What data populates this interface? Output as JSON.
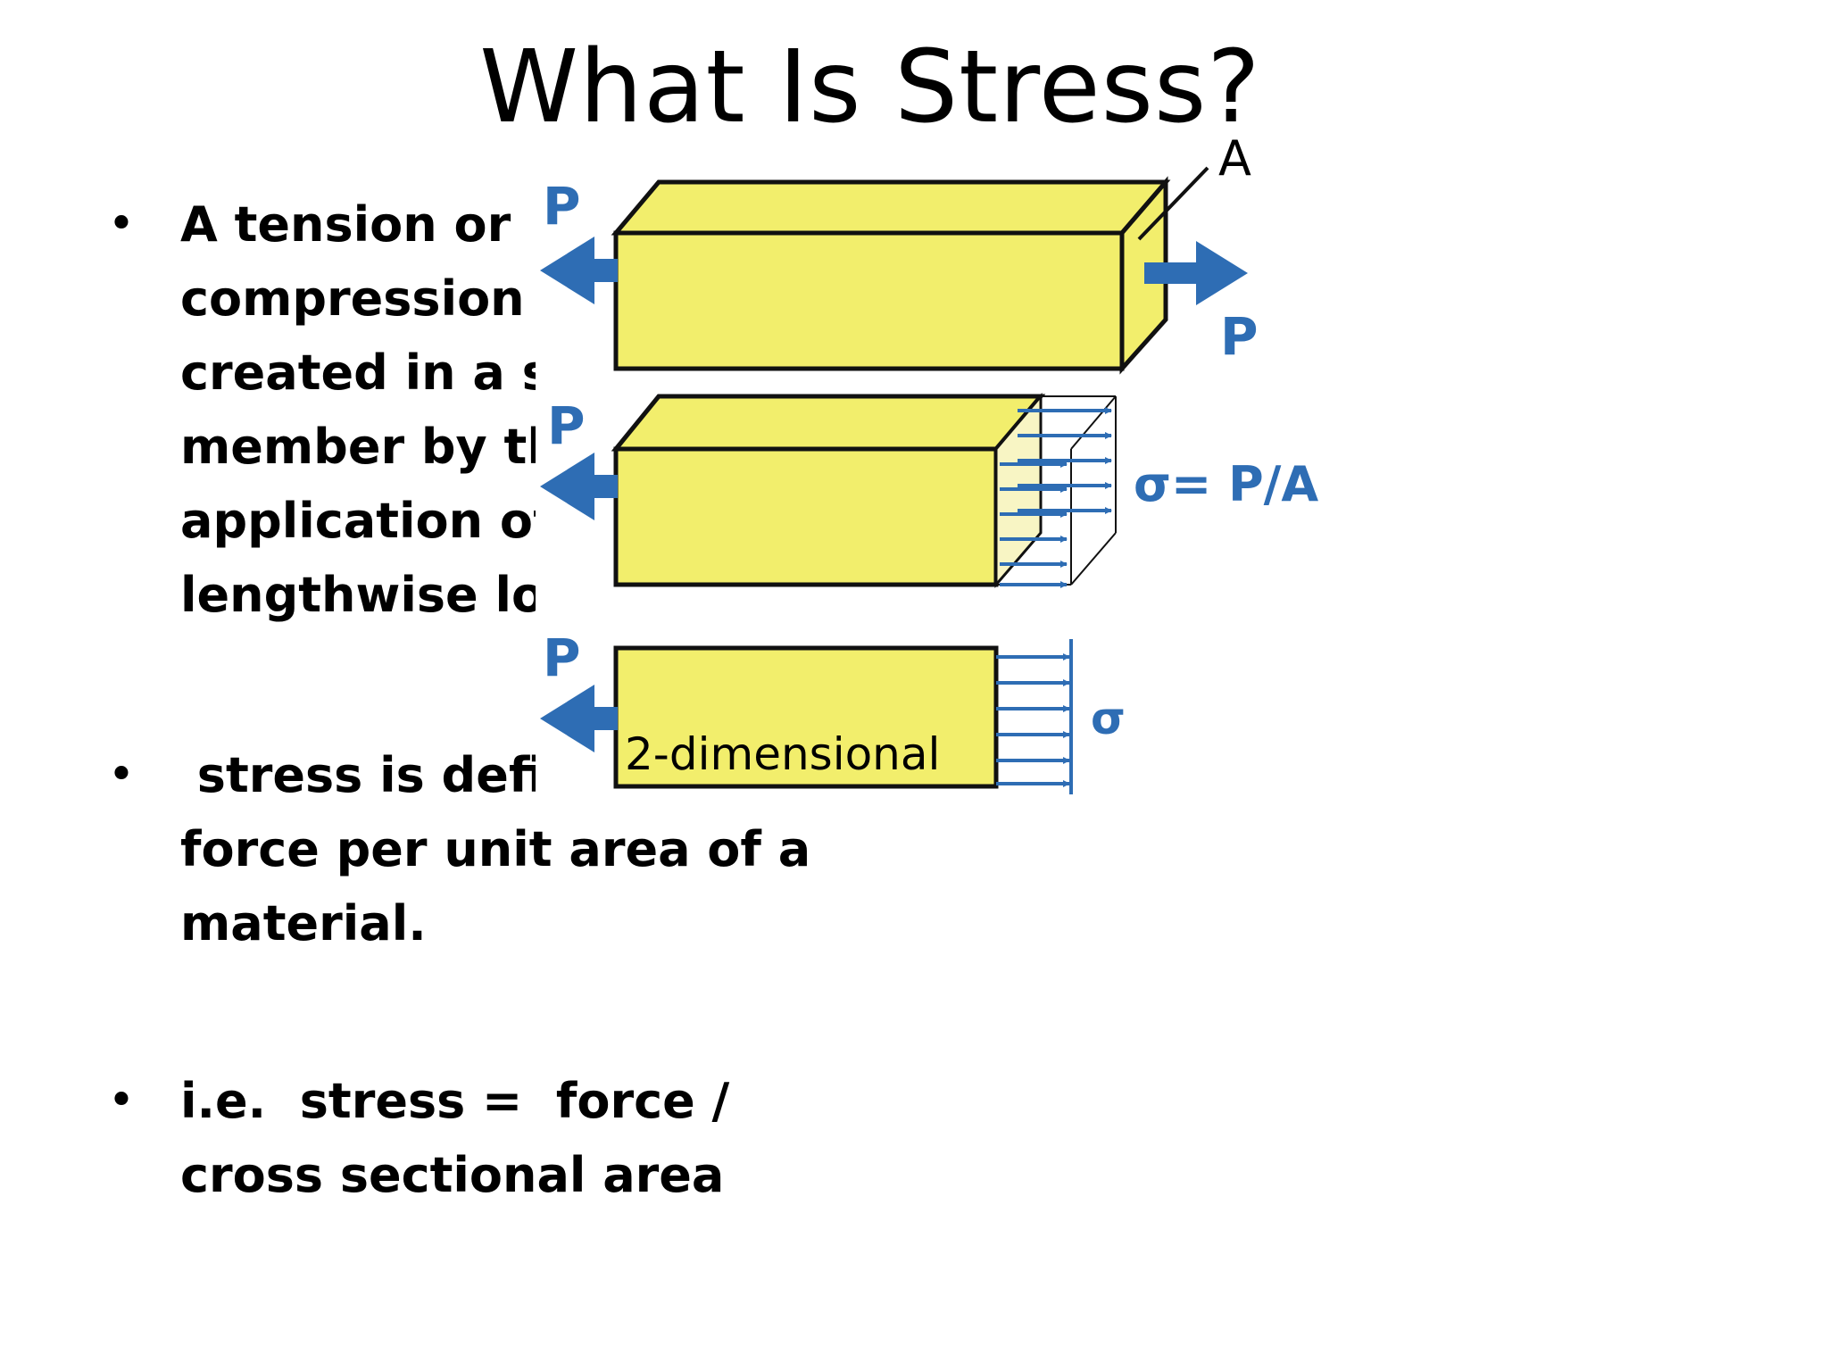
{
  "slide": {
    "title": "What Is Stress?"
  },
  "bullets": [
    {
      "lines": [
        "A tension or",
        "compression s",
        "created in a st",
        "member by th",
        "application of",
        "lengthwise loa"
      ]
    },
    {
      "lines": [
        " stress is defin",
        "force per unit area of a",
        "material."
      ]
    },
    {
      "lines": [
        "i.e.  stress =  force /",
        "cross sectional area"
      ]
    }
  ],
  "bullet_symbol": "•",
  "figure": {
    "labels": {
      "load": "P",
      "area": "A",
      "formula": "σ= P/A",
      "sigma": "σ",
      "two_d": "2-dimensional"
    },
    "colors": {
      "block_fill": "#f2ee6c",
      "arrow_blue": "#2e6db4",
      "outline": "#111111"
    }
  }
}
